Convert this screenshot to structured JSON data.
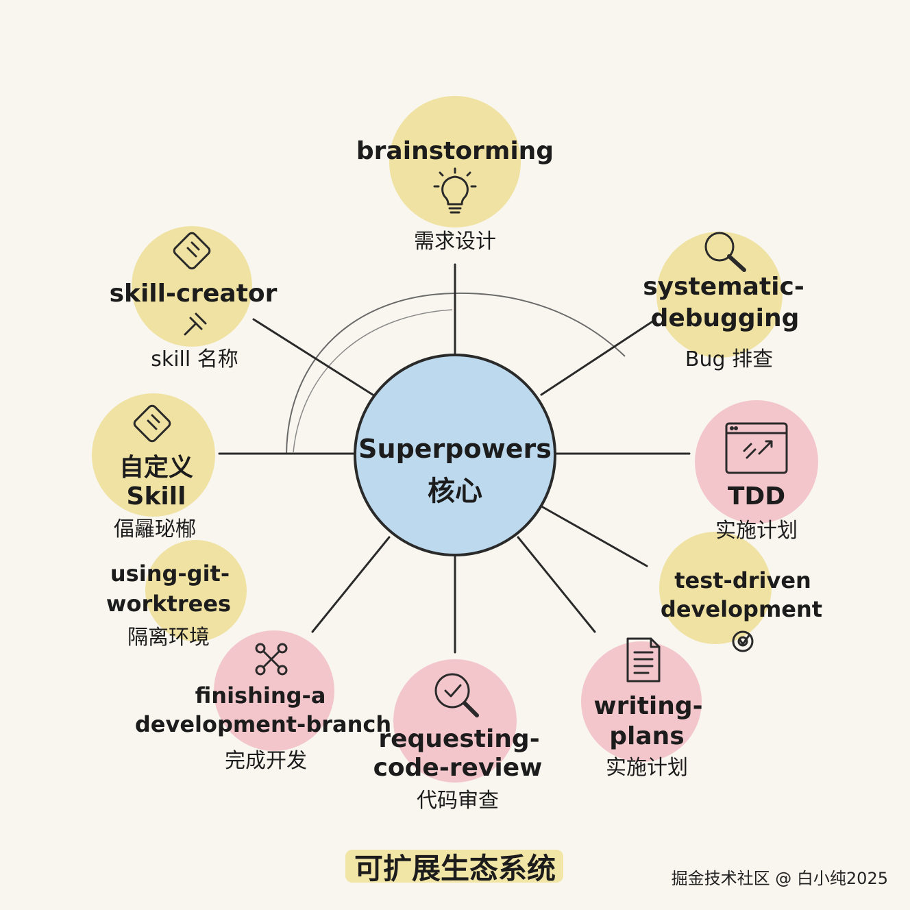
{
  "center": {
    "title": "Superpowers",
    "subtitle": "核心"
  },
  "nodes": {
    "brainstorming": {
      "title": "brainstorming",
      "subtitle": "需求设计",
      "icon": "lightbulb-icon",
      "color": "#f0e2a2"
    },
    "systematic_debugging": {
      "title_line1": "systematic-",
      "title_line2": "debugging",
      "subtitle": "Bug 排查",
      "icon": "magnifier-icon",
      "color": "#f0e2a2"
    },
    "tdd": {
      "title": "TDD",
      "subtitle": "实施计划",
      "icon": "code-window-icon",
      "color": "#f3c6cc"
    },
    "test_driven": {
      "title_line1": "test-driven",
      "title_line2": "development",
      "icon": "target-icon",
      "color": "#f0e2a2"
    },
    "writing_plans": {
      "title_line1": "writing-",
      "title_line2": "plans",
      "subtitle": "实施计划",
      "icon": "document-icon",
      "color": "#f3c6cc"
    },
    "requesting_review": {
      "title_line1": "requesting-",
      "title_line2": "code-review",
      "subtitle": "代码审查",
      "icon": "search-check-icon",
      "color": "#f3c6cc"
    },
    "finishing_branch": {
      "title_line1": "finishing-a",
      "title_line2": "development-branch",
      "subtitle": "完成开发",
      "icon": "branch-icon",
      "color": "#f3c6cc"
    },
    "git_worktrees": {
      "title_line1": "using-git-",
      "title_line2": "worktrees",
      "subtitle": "隔离环境",
      "color": "#f0e2a2"
    },
    "custom_skill": {
      "title_line1": "自定义",
      "title_line2": "Skill",
      "subtitle": "偪㒿珌㮋",
      "icon": "puzzle-icon",
      "color": "#f0e2a2"
    },
    "skill_creator": {
      "title": "skill-creator",
      "subtitle": "skill 名称",
      "icon": "puzzle-icon",
      "color": "#f0e2a2"
    }
  },
  "center_color": "#bcd9ee",
  "footer": {
    "title": "可扩展生态系统",
    "credit": "掘金技术社区 @ 白小纯2025"
  }
}
